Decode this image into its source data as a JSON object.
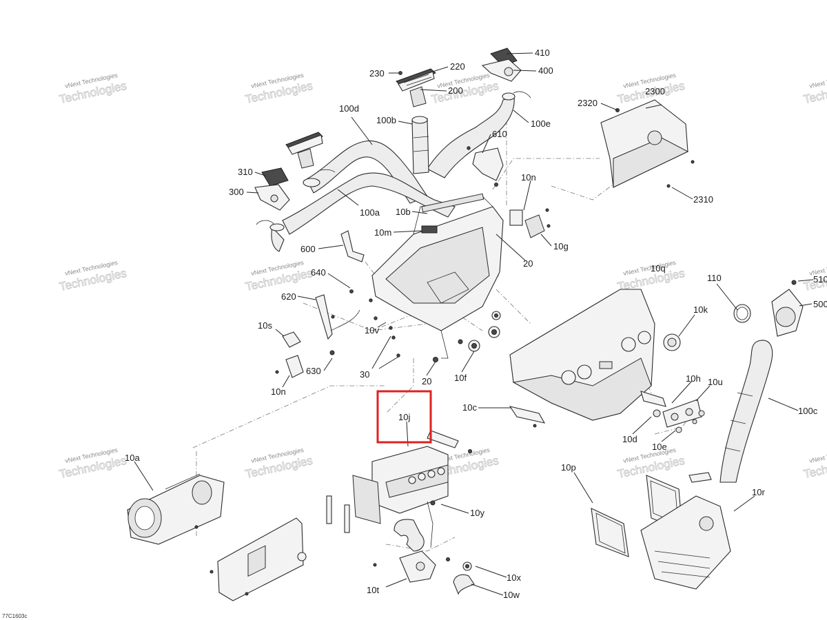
{
  "diagram": {
    "drawing_code": "77C1603c",
    "watermark": {
      "line1": "vNext Technologies",
      "line2": "Technologies"
    },
    "highlight": {
      "label": "10j",
      "color": "#e02020"
    },
    "callouts": [
      "410",
      "400",
      "230",
      "220",
      "200",
      "2300",
      "2320",
      "100d",
      "100b",
      "100e",
      "610",
      "310",
      "300",
      "100a",
      "10n",
      "10b",
      "10m",
      "10g",
      "20",
      "600",
      "640",
      "620",
      "10s",
      "10v",
      "630",
      "30",
      "20",
      "10f",
      "10n",
      "10q",
      "110",
      "510",
      "500",
      "10k",
      "10h",
      "10u",
      "10c",
      "100c",
      "10d",
      "10e",
      "10a",
      "10p",
      "10r",
      "10y",
      "10x",
      "10t",
      "10w",
      "2310"
    ]
  }
}
